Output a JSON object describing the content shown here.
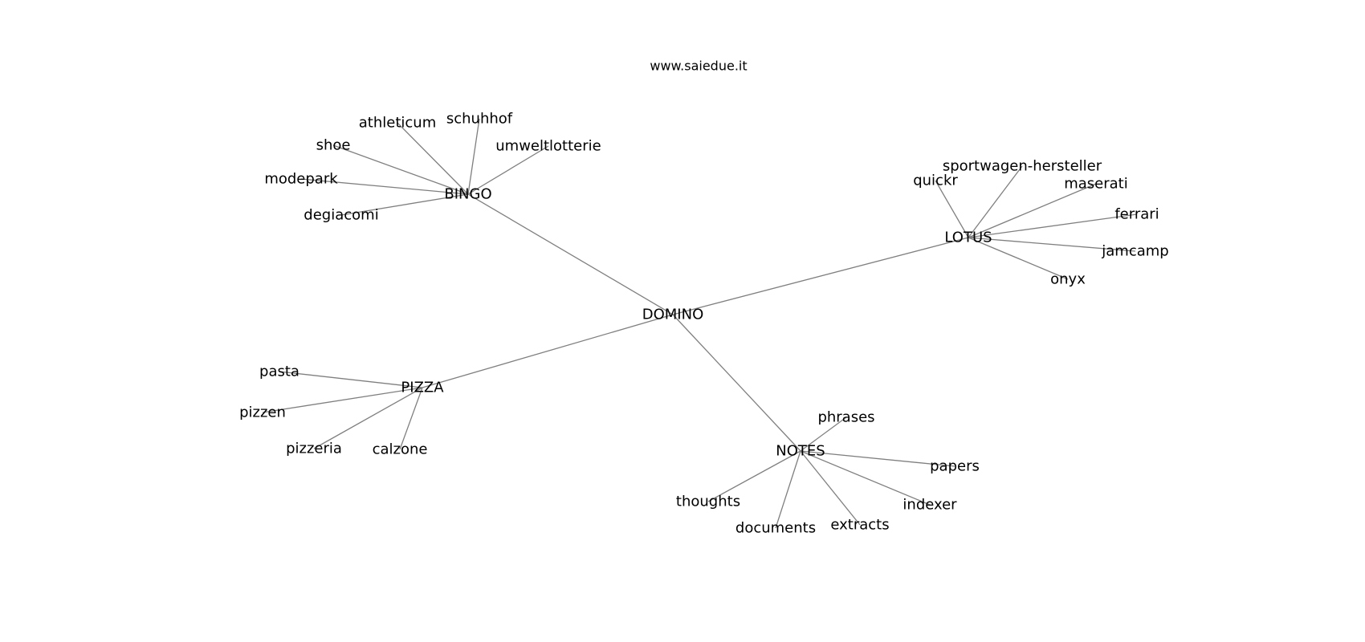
{
  "title": "www.saiedue.it",
  "colors": {
    "edge": "#7f7f7f",
    "text": "#000000",
    "background": "#ffffff"
  },
  "graph": {
    "root": "DOMINO",
    "hubs": [
      {
        "id": "bingo",
        "label": "BINGO",
        "leaves": [
          "athleticum",
          "schuhhof",
          "umweltlotterie",
          "shoe",
          "modepark",
          "degiacomi"
        ]
      },
      {
        "id": "lotus",
        "label": "LOTUS",
        "leaves": [
          "sportwagen-hersteller",
          "quickr",
          "maserati",
          "ferrari",
          "jamcamp",
          "onyx"
        ]
      },
      {
        "id": "pizza",
        "label": "PIZZA",
        "leaves": [
          "pasta",
          "pizzen",
          "pizzeria",
          "calzone"
        ]
      },
      {
        "id": "notes",
        "label": "NOTES",
        "leaves": [
          "phrases",
          "papers",
          "indexer",
          "extracts",
          "documents",
          "thoughts"
        ]
      }
    ]
  }
}
